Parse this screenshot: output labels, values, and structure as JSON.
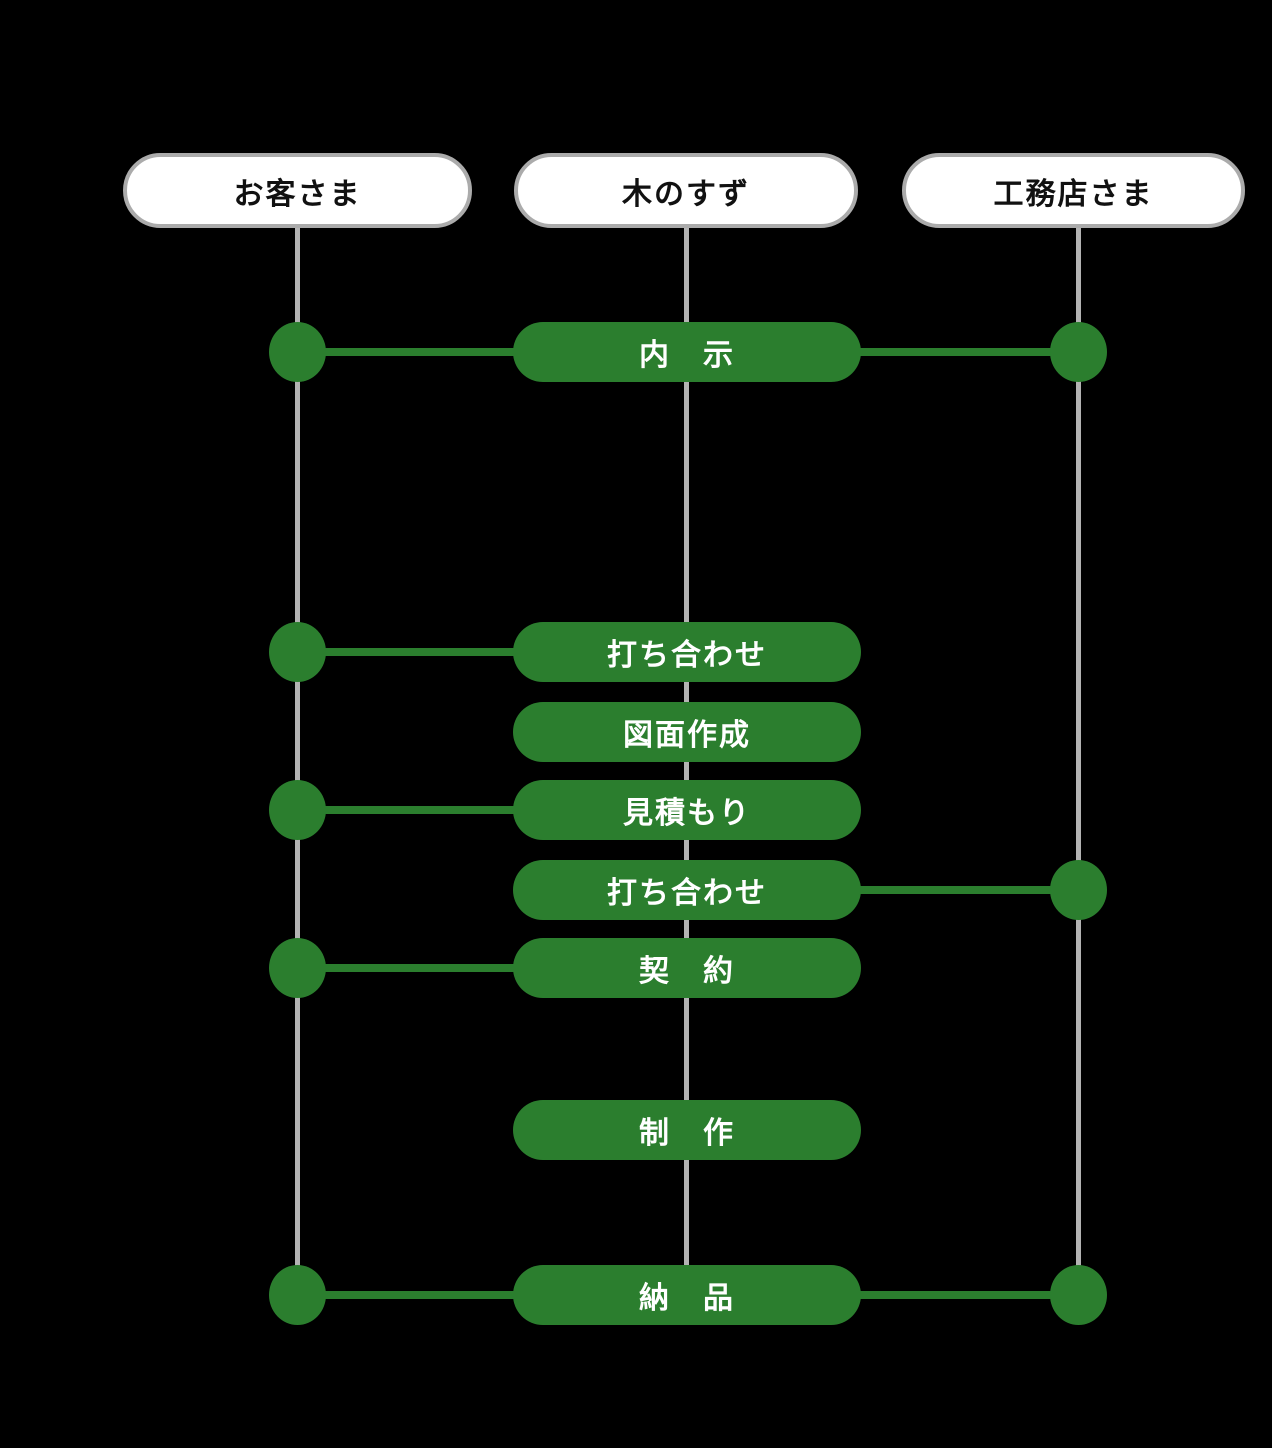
{
  "diagram": {
    "lanes": [
      {
        "id": "customer",
        "label": "お客さま"
      },
      {
        "id": "kinosuzu",
        "label": "木のすず"
      },
      {
        "id": "koumuten",
        "label": "工務店さま"
      }
    ],
    "steps": [
      {
        "label": "内　示",
        "connect_left": true,
        "connect_right": true
      },
      {
        "label": "打ち合わせ",
        "connect_left": true,
        "connect_right": false
      },
      {
        "label": "図面作成",
        "connect_left": false,
        "connect_right": false
      },
      {
        "label": "見積もり",
        "connect_left": true,
        "connect_right": false
      },
      {
        "label": "打ち合わせ",
        "connect_left": false,
        "connect_right": true
      },
      {
        "label": "契　約",
        "connect_left": true,
        "connect_right": false
      },
      {
        "label": "制　作",
        "connect_left": false,
        "connect_right": false
      },
      {
        "label": "納　品",
        "connect_left": true,
        "connect_right": true
      }
    ],
    "colors": {
      "background": "#000000",
      "accent_green": "#2b7e2e",
      "lane_line_gray": "#b3b3b3",
      "header_border_gray": "#ababab",
      "header_fill": "#ffffff",
      "header_text": "#111111",
      "step_text": "#ffffff"
    }
  }
}
